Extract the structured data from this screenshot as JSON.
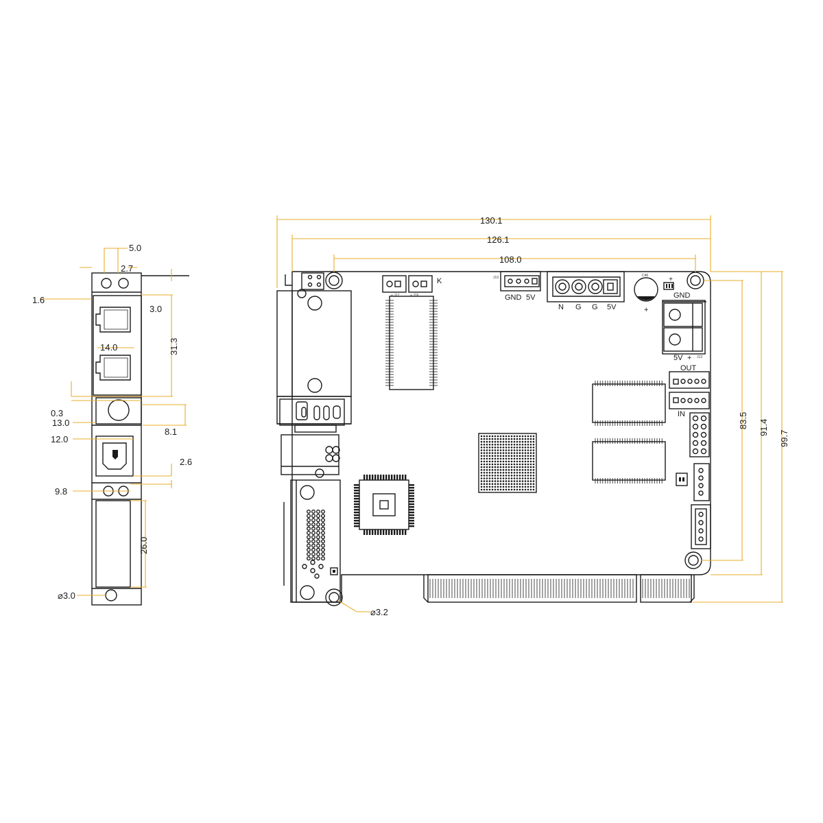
{
  "side_view": {
    "dimensions": {
      "d_5_0": "5.0",
      "d_2_7": "2.7",
      "d_1_6": "1.6",
      "d_3_0": "3.0",
      "d_31_3": "31.3",
      "d_14_0": "14.0",
      "d_0_3": "0.3",
      "d_13_0": "13.0",
      "d_8_1": "8.1",
      "d_12_0": "12.0",
      "d_2_6": "2.6",
      "d_9_8": "9.8",
      "d_26_0": "26.0",
      "d_hole_3_0": "⌀3.0"
    }
  },
  "board_view": {
    "dimensions": {
      "width_130_1": "130.1",
      "width_126_1": "126.1",
      "width_108_0": "108.0",
      "height_83_5": "83.5",
      "height_91_4": "91.4",
      "height_99_7": "99.7",
      "hole_3_2": "⌀3.2"
    },
    "labels": {
      "k": "K",
      "gnd_top": "GND",
      "v5_top": "5V",
      "n": "N",
      "g1": "G",
      "g2": "G",
      "v5_power": "5V",
      "gnd_right": "GND",
      "v5_out": "5V",
      "plus_out": "+",
      "out": "OUT",
      "in": "IN",
      "plus_cap": "+",
      "plus_led": "+"
    }
  }
}
